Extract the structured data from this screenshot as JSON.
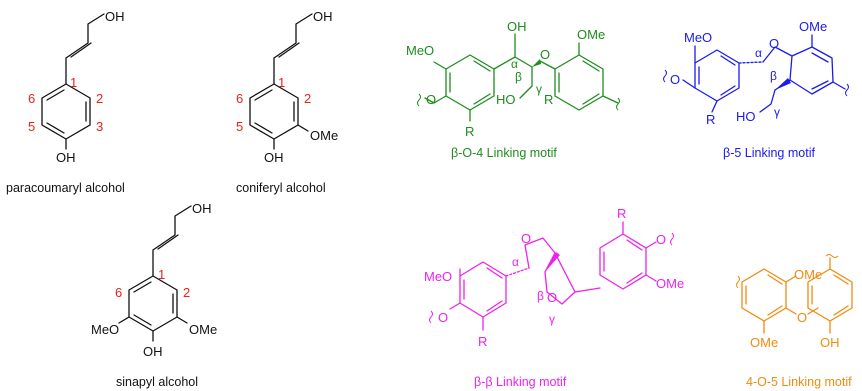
{
  "colors": {
    "monolignol": "#111111",
    "numbering": "#e8231b",
    "beta_O_4": "#1e8c1e",
    "beta_5": "#1a1af0",
    "beta_beta": "#ee22ee",
    "four_O_5": "#f08a10"
  },
  "monolignols": [
    {
      "name": "paracoumaryl alcohol",
      "top_group": "OH",
      "substituents": [
        "OH"
      ],
      "numbering": [
        "1",
        "2",
        "3",
        "5",
        "6"
      ]
    },
    {
      "name": "coniferyl alcohol",
      "top_group": "OH",
      "substituents": [
        "OMe",
        "OH"
      ],
      "numbering": [
        "1",
        "2",
        "5",
        "6"
      ]
    },
    {
      "name": "sinapyl alcohol",
      "top_group": "OH",
      "substituents": [
        "MeO",
        "OMe",
        "OH"
      ],
      "numbering": [
        "1",
        "2",
        "6"
      ]
    }
  ],
  "motifs": [
    {
      "name": "β-O-4 Linking motif",
      "labels": [
        "MeO",
        "OH",
        "O",
        "OMe",
        "O",
        "R",
        "HO",
        "R"
      ],
      "greek": [
        "α",
        "β",
        "γ"
      ]
    },
    {
      "name": "β-5 Linking motif",
      "labels": [
        "MeO",
        "O",
        "R",
        "O",
        "OMe",
        "HO"
      ],
      "greek": [
        "α",
        "β",
        "γ"
      ]
    },
    {
      "name": "β-β Linking motif",
      "labels": [
        "MeO",
        "O",
        "R",
        "O",
        "O",
        "R",
        "O",
        "OMe"
      ],
      "greek": [
        "α",
        "β",
        "γ"
      ]
    },
    {
      "name": "4-O-5 Linking motif",
      "labels": [
        "OMe",
        "O",
        "OMe",
        "OH"
      ],
      "greek": []
    }
  ]
}
